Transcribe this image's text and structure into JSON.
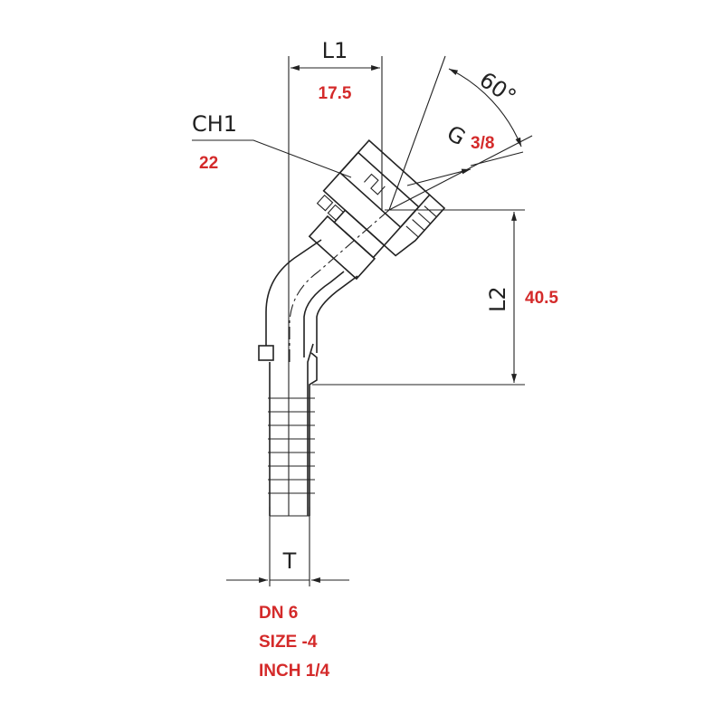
{
  "dimensions": {
    "l1": {
      "label": "L1",
      "value": "17.5"
    },
    "ch1": {
      "label": "CH1",
      "value": "22"
    },
    "angle": {
      "label": "60°"
    },
    "thread": {
      "label": "G",
      "value": "3/8"
    },
    "l2": {
      "label": "L2",
      "value": "40.5"
    },
    "t": {
      "label": "T"
    }
  },
  "specs": {
    "dn": "DN 6",
    "size": "SIZE -4",
    "inch": "INCH 1/4"
  },
  "colors": {
    "value_text": "#d42a2a",
    "line": "#222222"
  }
}
